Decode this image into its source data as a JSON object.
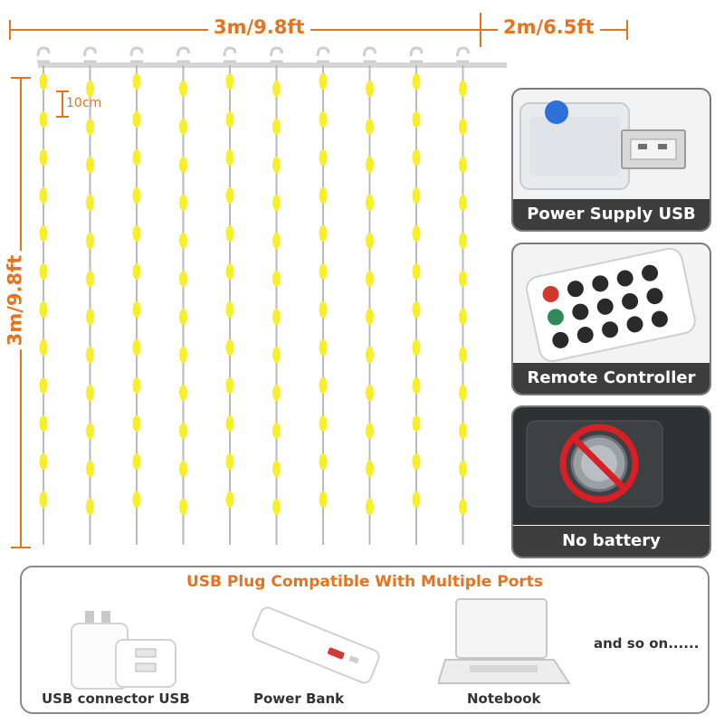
{
  "dimensions": {
    "curtain_width": "3m/9.8ft",
    "cable_length": "2m/6.5ft",
    "curtain_height": "3m/9.8ft",
    "led_spacing": "10cm"
  },
  "curtain": {
    "strand_count": 10,
    "leds_per_strand": 12,
    "led_color": "#f6ef2a",
    "wire_color": "#b9b9b9"
  },
  "panels": {
    "power": {
      "caption": "Power Supply USB"
    },
    "remote": {
      "caption": "Remote Controller"
    },
    "battery": {
      "caption": "No battery"
    }
  },
  "ports": {
    "title": "USB Plug Compatible With Multiple Ports",
    "devices": [
      {
        "label": "USB connector USB"
      },
      {
        "label": "Power Bank"
      },
      {
        "label": "Notebook"
      }
    ],
    "more": "and so on......"
  },
  "colors": {
    "accent": "#e8731e",
    "caption_bg": "#3d3d3d",
    "remote_button_red": "#d03a2a",
    "remote_button_green": "#2e8b57",
    "usb_button_blue": "#2f6fd8",
    "prohibit_red": "#d81f26"
  }
}
